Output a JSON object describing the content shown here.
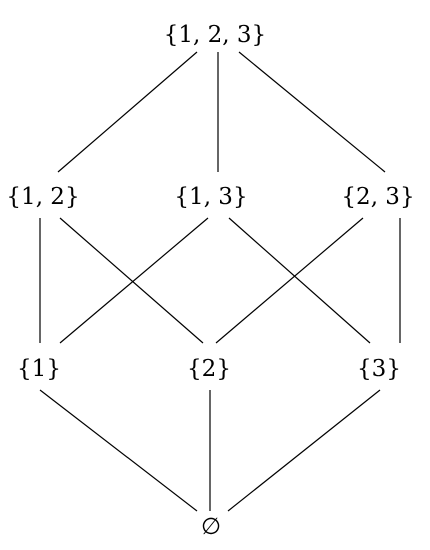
{
  "diagram": {
    "nodes": [
      {
        "id": "n123",
        "label": "{1, 2, 3}"
      },
      {
        "id": "n12",
        "label": "{1, 2}"
      },
      {
        "id": "n13",
        "label": "{1, 3}"
      },
      {
        "id": "n23",
        "label": "{2, 3}"
      },
      {
        "id": "n1",
        "label": "{1}"
      },
      {
        "id": "n2",
        "label": "{2}"
      },
      {
        "id": "n3",
        "label": "{3}"
      },
      {
        "id": "n0",
        "label": "∅"
      }
    ],
    "edges": [
      [
        "n123",
        "n12"
      ],
      [
        "n123",
        "n13"
      ],
      [
        "n123",
        "n23"
      ],
      [
        "n12",
        "n1"
      ],
      [
        "n12",
        "n2"
      ],
      [
        "n13",
        "n1"
      ],
      [
        "n13",
        "n3"
      ],
      [
        "n23",
        "n2"
      ],
      [
        "n23",
        "n3"
      ],
      [
        "n1",
        "n0"
      ],
      [
        "n2",
        "n0"
      ],
      [
        "n3",
        "n0"
      ]
    ]
  }
}
